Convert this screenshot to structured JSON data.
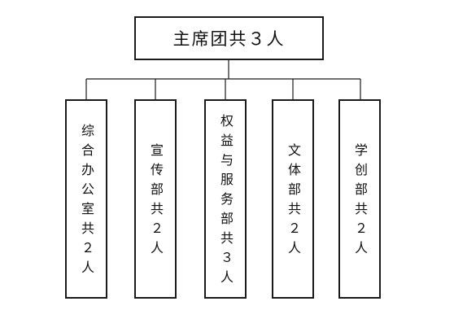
{
  "root": {
    "label": "主席团共３人"
  },
  "departments": [
    {
      "label": "综合办公室共２人"
    },
    {
      "label": "宣传部共２人"
    },
    {
      "label": "权益与服务部共３人"
    },
    {
      "label": "文体部共２人"
    },
    {
      "label": "学创部共２人"
    }
  ]
}
